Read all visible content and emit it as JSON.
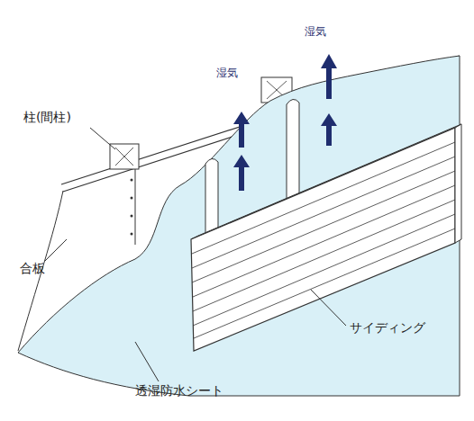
{
  "diagram": {
    "labels": [
      "湿気",
      "湿気",
      "柱(間柱)",
      "合板",
      "サイディング",
      "透湿防水シート"
    ]
  }
}
